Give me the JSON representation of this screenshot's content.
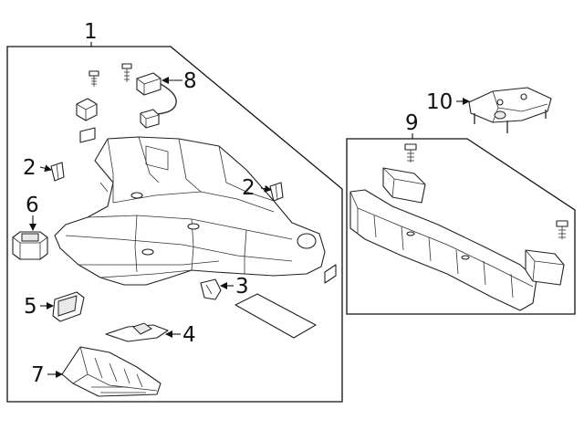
{
  "callouts": {
    "c1": "1",
    "c2a": "2",
    "c2b": "2",
    "c3": "3",
    "c4": "4",
    "c5": "5",
    "c6": "6",
    "c7": "7",
    "c8": "8",
    "c9": "9",
    "c10": "10"
  }
}
